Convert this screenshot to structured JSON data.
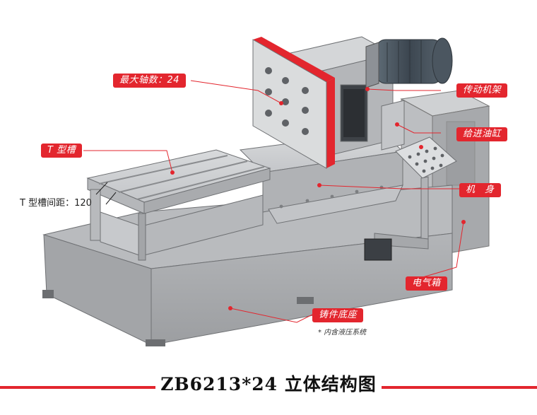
{
  "labels": {
    "max_axes": "最大轴数：24",
    "t_slot": "T 型槽",
    "t_slot_spacing": "T 型槽间距：120",
    "drive_frame": "传动机架",
    "feed_cylinder": "给进油缸",
    "machine_body": "机　身",
    "electric_box": "电气箱",
    "cast_base": "铸件底座",
    "cast_base_note": "* 内含液压系统"
  },
  "title": "ZB6213*24 立体结构图",
  "colors": {
    "accent": "#e3262e",
    "steel_light": "#c9cbce",
    "steel_mid": "#a9abae",
    "steel_dark": "#7f8184",
    "motor": "#4a5660"
  }
}
